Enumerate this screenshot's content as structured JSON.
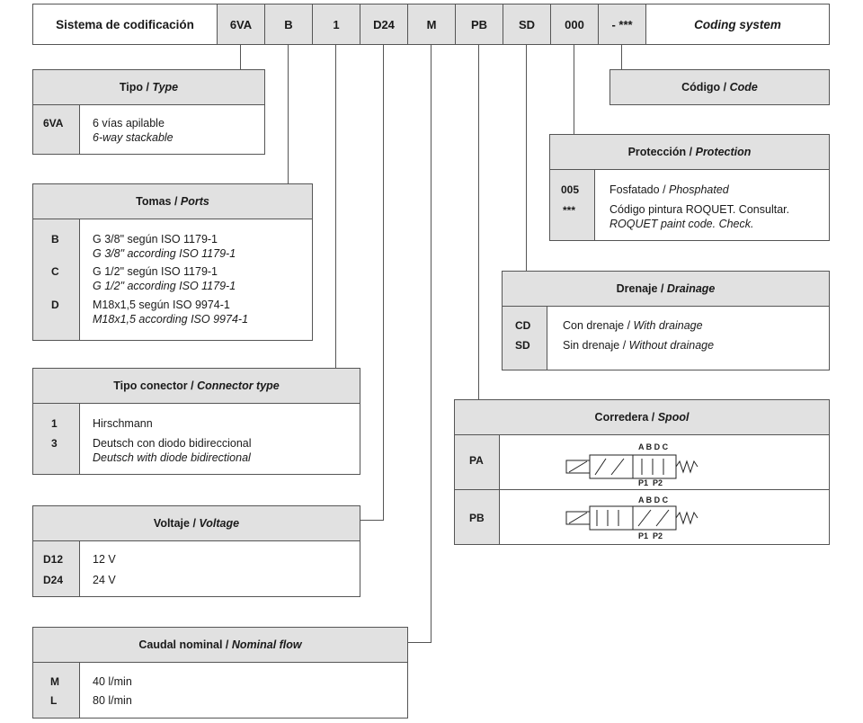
{
  "top_bar": {
    "title_es": "Sistema de codificación",
    "segments": [
      "6VA",
      "B",
      "1",
      "D24",
      "M",
      "PB",
      "SD",
      "000",
      "- ***"
    ],
    "title_en": "Coding system"
  },
  "type_box": {
    "title_es": "Tipo",
    "title_en": "Type",
    "rows": [
      {
        "code": "6VA",
        "es": "6 vías apilable",
        "en": "6-way stackable"
      }
    ]
  },
  "ports_box": {
    "title_es": "Tomas",
    "title_en": "Ports",
    "rows": [
      {
        "code": "B",
        "es": "G 3/8\" según ISO 1179-1",
        "en": "G 3/8\" according ISO 1179-1"
      },
      {
        "code": "C",
        "es": "G 1/2\" según ISO 1179-1",
        "en": "G 1/2\" according ISO 1179-1"
      },
      {
        "code": "D",
        "es": "M18x1,5 según ISO 9974-1",
        "en": "M18x1,5 according ISO 9974-1"
      }
    ]
  },
  "connector_box": {
    "title_es": "Tipo conector",
    "title_en": "Connector type",
    "rows": [
      {
        "code": "1",
        "es": "Hirschmann",
        "en": ""
      },
      {
        "code": "3",
        "es": "Deutsch con diodo bidireccional",
        "en": "Deutsch with diode bidirectional"
      }
    ]
  },
  "voltage_box": {
    "title_es": "Voltaje",
    "title_en": "Voltage",
    "rows": [
      {
        "code": "D12",
        "es": "12 V"
      },
      {
        "code": "D24",
        "es": "24 V"
      }
    ]
  },
  "flow_box": {
    "title_es": "Caudal nominal",
    "title_en": "Nominal flow",
    "rows": [
      {
        "code": "M",
        "es": "40 l/min"
      },
      {
        "code": "L",
        "es": "80 l/min"
      }
    ]
  },
  "code_box": {
    "title_es": "Código",
    "title_en": "Code"
  },
  "protection_box": {
    "title_es": "Protección",
    "title_en": "Protection",
    "rows": [
      {
        "code": "005",
        "es": "Fosfatado",
        "en": "Phosphated"
      },
      {
        "code": "***",
        "es": "Código pintura ROQUET. Consultar.",
        "en": "ROQUET paint code. Check."
      }
    ]
  },
  "drainage_box": {
    "title_es": "Drenaje",
    "title_en": "Drainage",
    "rows": [
      {
        "code": "CD",
        "es": "Con drenaje",
        "en": "With drainage"
      },
      {
        "code": "SD",
        "es": "Sin drenaje",
        "en": "Without drainage"
      }
    ]
  },
  "spool_box": {
    "title_es": "Corredera",
    "title_en": "Spool",
    "rows": [
      {
        "code": "PA",
        "ports_top": "A B D C",
        "ports_bottom": "P1  P2"
      },
      {
        "code": "PB",
        "ports_top": "A B D C",
        "ports_bottom": "P1  P2"
      }
    ]
  }
}
